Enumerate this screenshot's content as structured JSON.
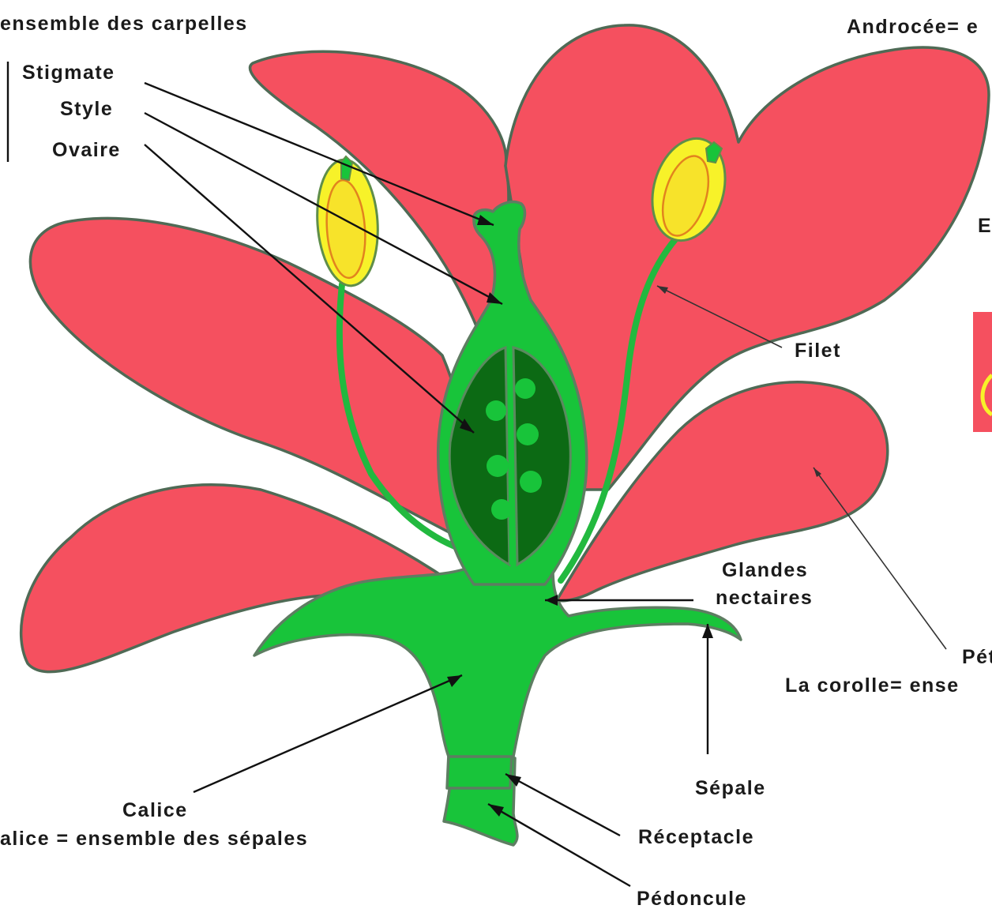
{
  "labels": {
    "gynecee_title": "ensemble des carpelles",
    "stigmate": "Stigmate",
    "style": "Style",
    "ovaire": "Ovaire",
    "androcee_title": "Androcée= e",
    "etamine_partial": "E",
    "filet": "Filet",
    "glandes": "Glandes",
    "nectaires": "nectaires",
    "petale_partial": "Pét",
    "corolle": "La corolle= ense",
    "calice": "Calice",
    "calice_def": "alice = ensemble des sépales",
    "sepale": "Sépale",
    "receptacle": "Réceptacle",
    "pedoncule": "Pédoncule"
  },
  "colors": {
    "petal": "#f5505f",
    "green": "#18c43a",
    "ovary": "#0c6a14",
    "anther": "#f7f229",
    "pollen": "#e2831e"
  }
}
